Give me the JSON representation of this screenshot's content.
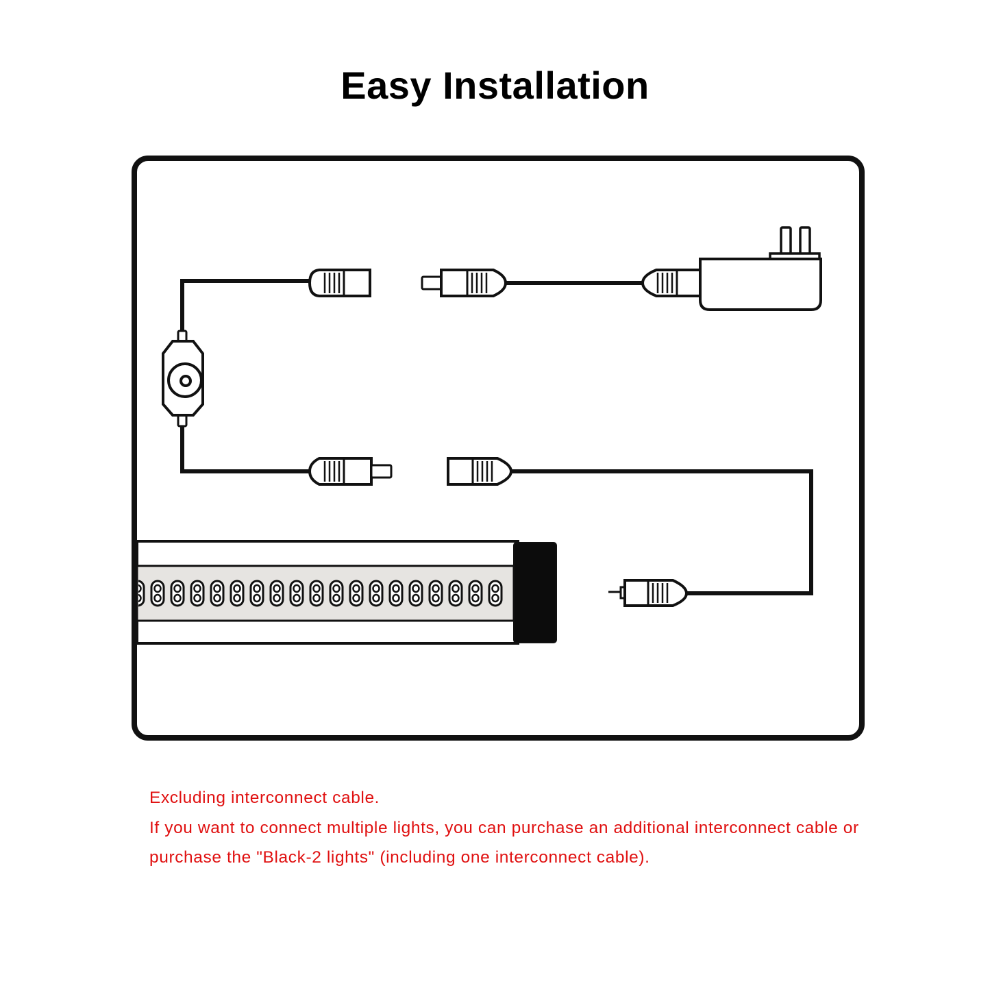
{
  "title": "Easy Installation",
  "notes": [
    "Excluding interconnect cable.",
    "If you want to connect multiple lights, you can purchase an additional interconnect cable or",
    "purchase the \"Black-2 lights\" (including one interconnect cable)."
  ],
  "colors": {
    "title": "#000000",
    "notes": "#e01010",
    "line": "#111111",
    "bar_inner": "#e6e4e1"
  }
}
